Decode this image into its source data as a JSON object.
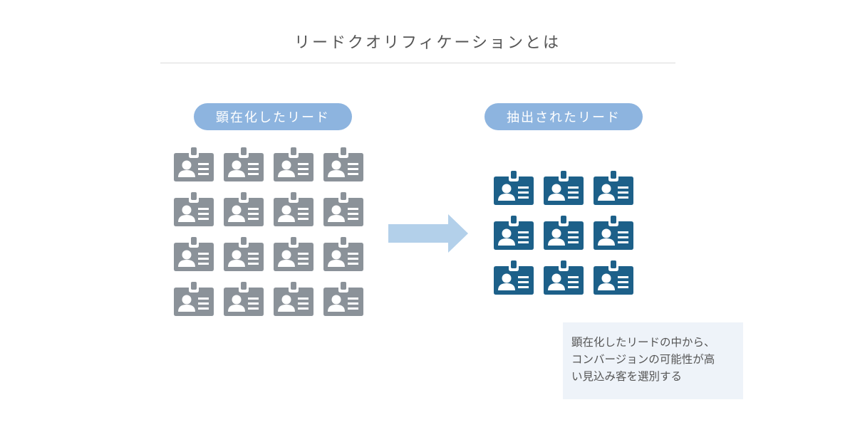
{
  "title": "リードクオリフィケーションとは",
  "left_group": {
    "label": "顕在化したリード",
    "count": 16,
    "color": "#8b9299"
  },
  "right_group": {
    "label": "抽出されたリード",
    "count": 9,
    "color": "#1d6089"
  },
  "arrow_color": "#b3d0ea",
  "note": {
    "lines": [
      "顕在化したリードの中から、",
      "コンバージョンの可能性が高",
      "い見込み客を選別する"
    ]
  }
}
